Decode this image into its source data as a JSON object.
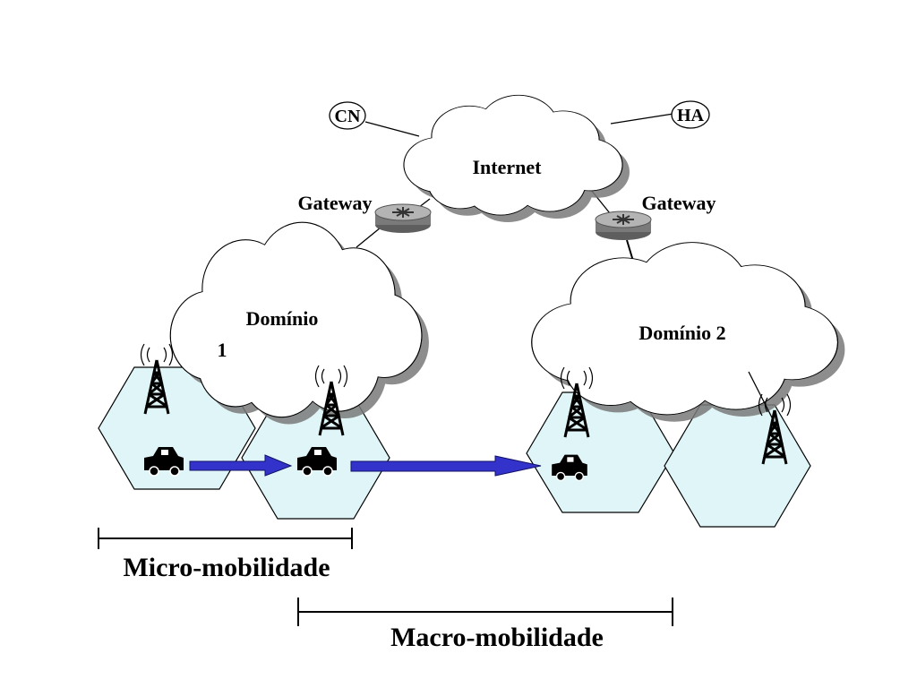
{
  "diagram": {
    "nodes": {
      "cn": "CN",
      "ha": "HA",
      "internet": "Internet",
      "gateway_left": "Gateway",
      "gateway_right": "Gateway",
      "domain1_line1": "Domínio",
      "domain1_line2": "1",
      "domain2": "Domínio 2"
    },
    "scopes": {
      "micro": "Micro-mobilidade",
      "macro": "Macro-mobilidade"
    },
    "icons": [
      "cloud",
      "router",
      "antenna-tower",
      "car",
      "arrow"
    ],
    "colors": {
      "cell_fill": "#dff5f7",
      "arrow": "#3333cc",
      "router": "#9a9a9a",
      "cloud_shadow": "#808080"
    }
  }
}
